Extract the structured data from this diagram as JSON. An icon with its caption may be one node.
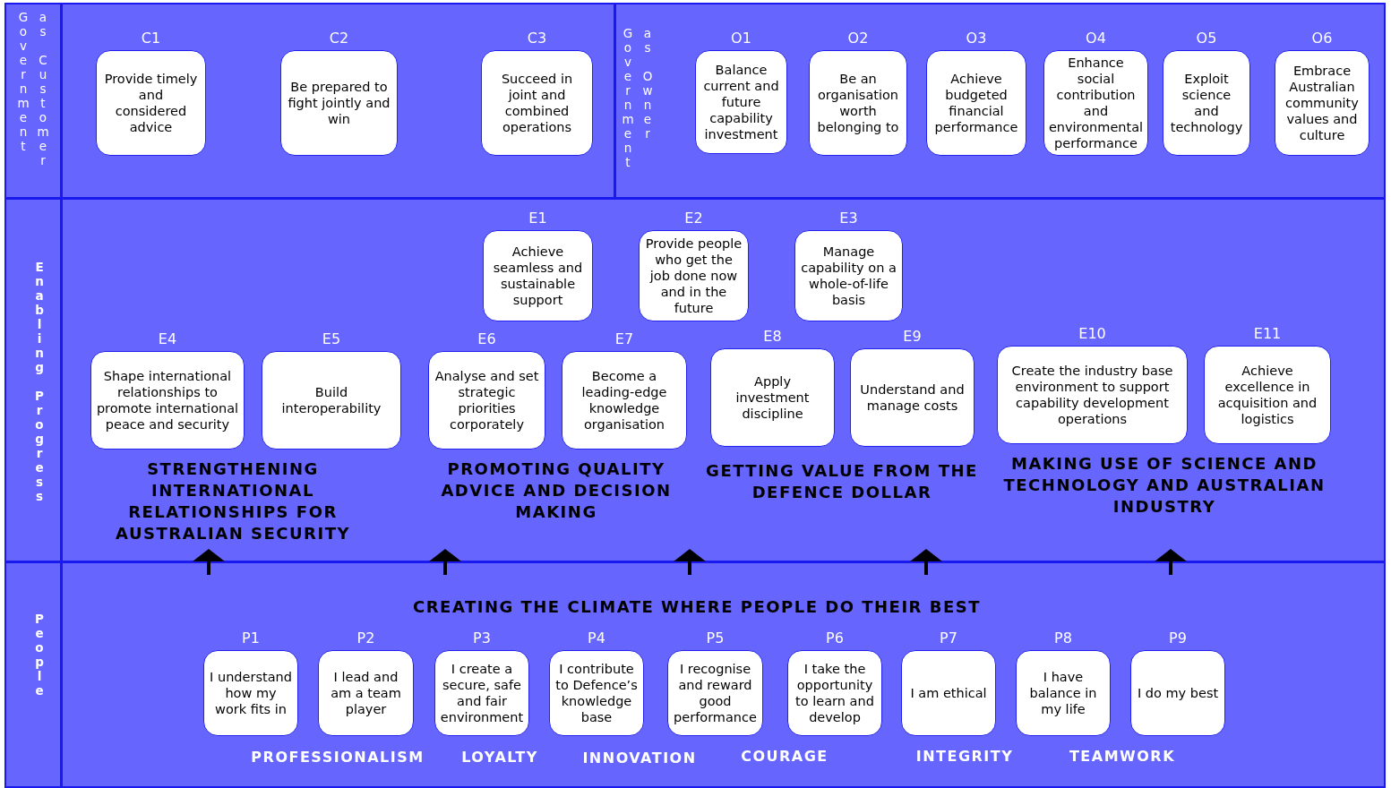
{
  "diagram": {
    "nodes": [
      {
        "text": [
          "Government as Customer"
        ]
      },
      {
        "text": [
          "Government as Owner"
        ]
      },
      {
        "text": [
          "Enabling Progress"
        ]
      },
      {
        "text": [
          "People"
        ]
      },
      {
        "text": [
          "C1",
          "Provide timely and considered advice"
        ],
        "in": 0
      },
      {
        "text": [
          "C2",
          "Be prepared to fight jointly and win"
        ],
        "in": 0
      },
      {
        "text": [
          "C3",
          "Succeed in joint and combined operations"
        ],
        "in": 0
      },
      {
        "text": [
          "O1",
          "Balance current and future capability investment"
        ],
        "in": 1
      },
      {
        "text": [
          "O2",
          "Be an organisation worth belonging to"
        ],
        "in": 1
      },
      {
        "text": [
          "O3",
          "Achieve budgeted financial performance"
        ],
        "in": 1
      },
      {
        "text": [
          "O4",
          "Enhance social contribution and environmental performance"
        ],
        "in": 1
      },
      {
        "text": [
          "O5",
          "Exploit science and technology"
        ],
        "in": 1
      },
      {
        "text": [
          "O6",
          "Embrace Australian community values and culture"
        ],
        "in": 1
      },
      {
        "text": [
          "E1",
          "Achieve seamless and sustainable support"
        ],
        "in": 2
      },
      {
        "text": [
          "E2",
          "Provide people who get the job done now and in the future"
        ],
        "in": 2
      },
      {
        "text": [
          "E3",
          "Manage capability on a whole-of-life basis"
        ],
        "in": 2
      },
      {
        "text": [
          "E4",
          "Shape international relationships to promote international peace and security"
        ],
        "in": 2
      },
      {
        "text": [
          "E5",
          "Build interoperability"
        ],
        "in": 2
      },
      {
        "text": [
          "E6",
          "Analyse and set strategic priorities corporately"
        ],
        "in": 2
      },
      {
        "text": [
          "E7",
          "Become a leading-edge knowledge organisation"
        ],
        "in": 2
      },
      {
        "text": [
          "E8",
          "Apply investment discipline"
        ],
        "in": 2
      },
      {
        "text": [
          "E9",
          "Understand and manage costs"
        ],
        "in": 2
      },
      {
        "text": [
          "E10",
          "Create the industry base environment to support capability development operations"
        ],
        "in": 2
      },
      {
        "text": [
          "E11",
          "Achieve excellence in acquisition and logistics"
        ],
        "in": 2
      },
      {
        "text": [
          "P1",
          "I understand how my work fits in"
        ],
        "in": 3
      },
      {
        "text": [
          "P2",
          "I lead and am a team player"
        ],
        "in": 3
      },
      {
        "text": [
          "P3",
          "I create a secure, safe and fair environment"
        ],
        "in": 3
      },
      {
        "text": [
          "P4",
          "I contribute to Defence’s knowledge base"
        ],
        "in": 3
      },
      {
        "text": [
          "P5",
          "I recognise and reward good performance"
        ],
        "in": 3
      },
      {
        "text": [
          "P6",
          "I take the opportunity to learn and develop"
        ],
        "in": 3
      },
      {
        "text": [
          "P7",
          "I am ethical"
        ],
        "in": 3
      },
      {
        "text": [
          "P8",
          "I have balance in my life"
        ],
        "in": 3
      },
      {
        "text": [
          "P9",
          "I do my best"
        ],
        "in": 3
      }
    ],
    "edges": [
      {
        "from": 3,
        "to": 2,
        "arrow": "to"
      },
      {
        "from": 3,
        "to": 2,
        "arrow": "to"
      },
      {
        "from": 3,
        "to": 2,
        "arrow": "to"
      },
      {
        "from": 3,
        "to": 2,
        "arrow": "to"
      },
      {
        "from": 3,
        "to": 2,
        "arrow": "to"
      }
    ],
    "labels": [
      "STRENGTHENING INTERNATIONAL RELATIONSHIPS FOR AUSTRALIAN SECURITY",
      "PROMOTING QUALITY ADVICE AND DECISION MAKING",
      "GETTING VALUE FROM THE DEFENCE DOLLAR",
      "MAKING USE OF SCIENCE AND TECHNOLOGY AND AUSTRALIAN INDUSTRY",
      "CREATING THE CLIMATE WHERE PEOPLE DO THEIR BEST",
      "PROFESSIONALISM",
      "LOYALTY",
      "INNOVATION",
      "COURAGE",
      "INTEGRITY",
      "TEAMWORK"
    ]
  }
}
